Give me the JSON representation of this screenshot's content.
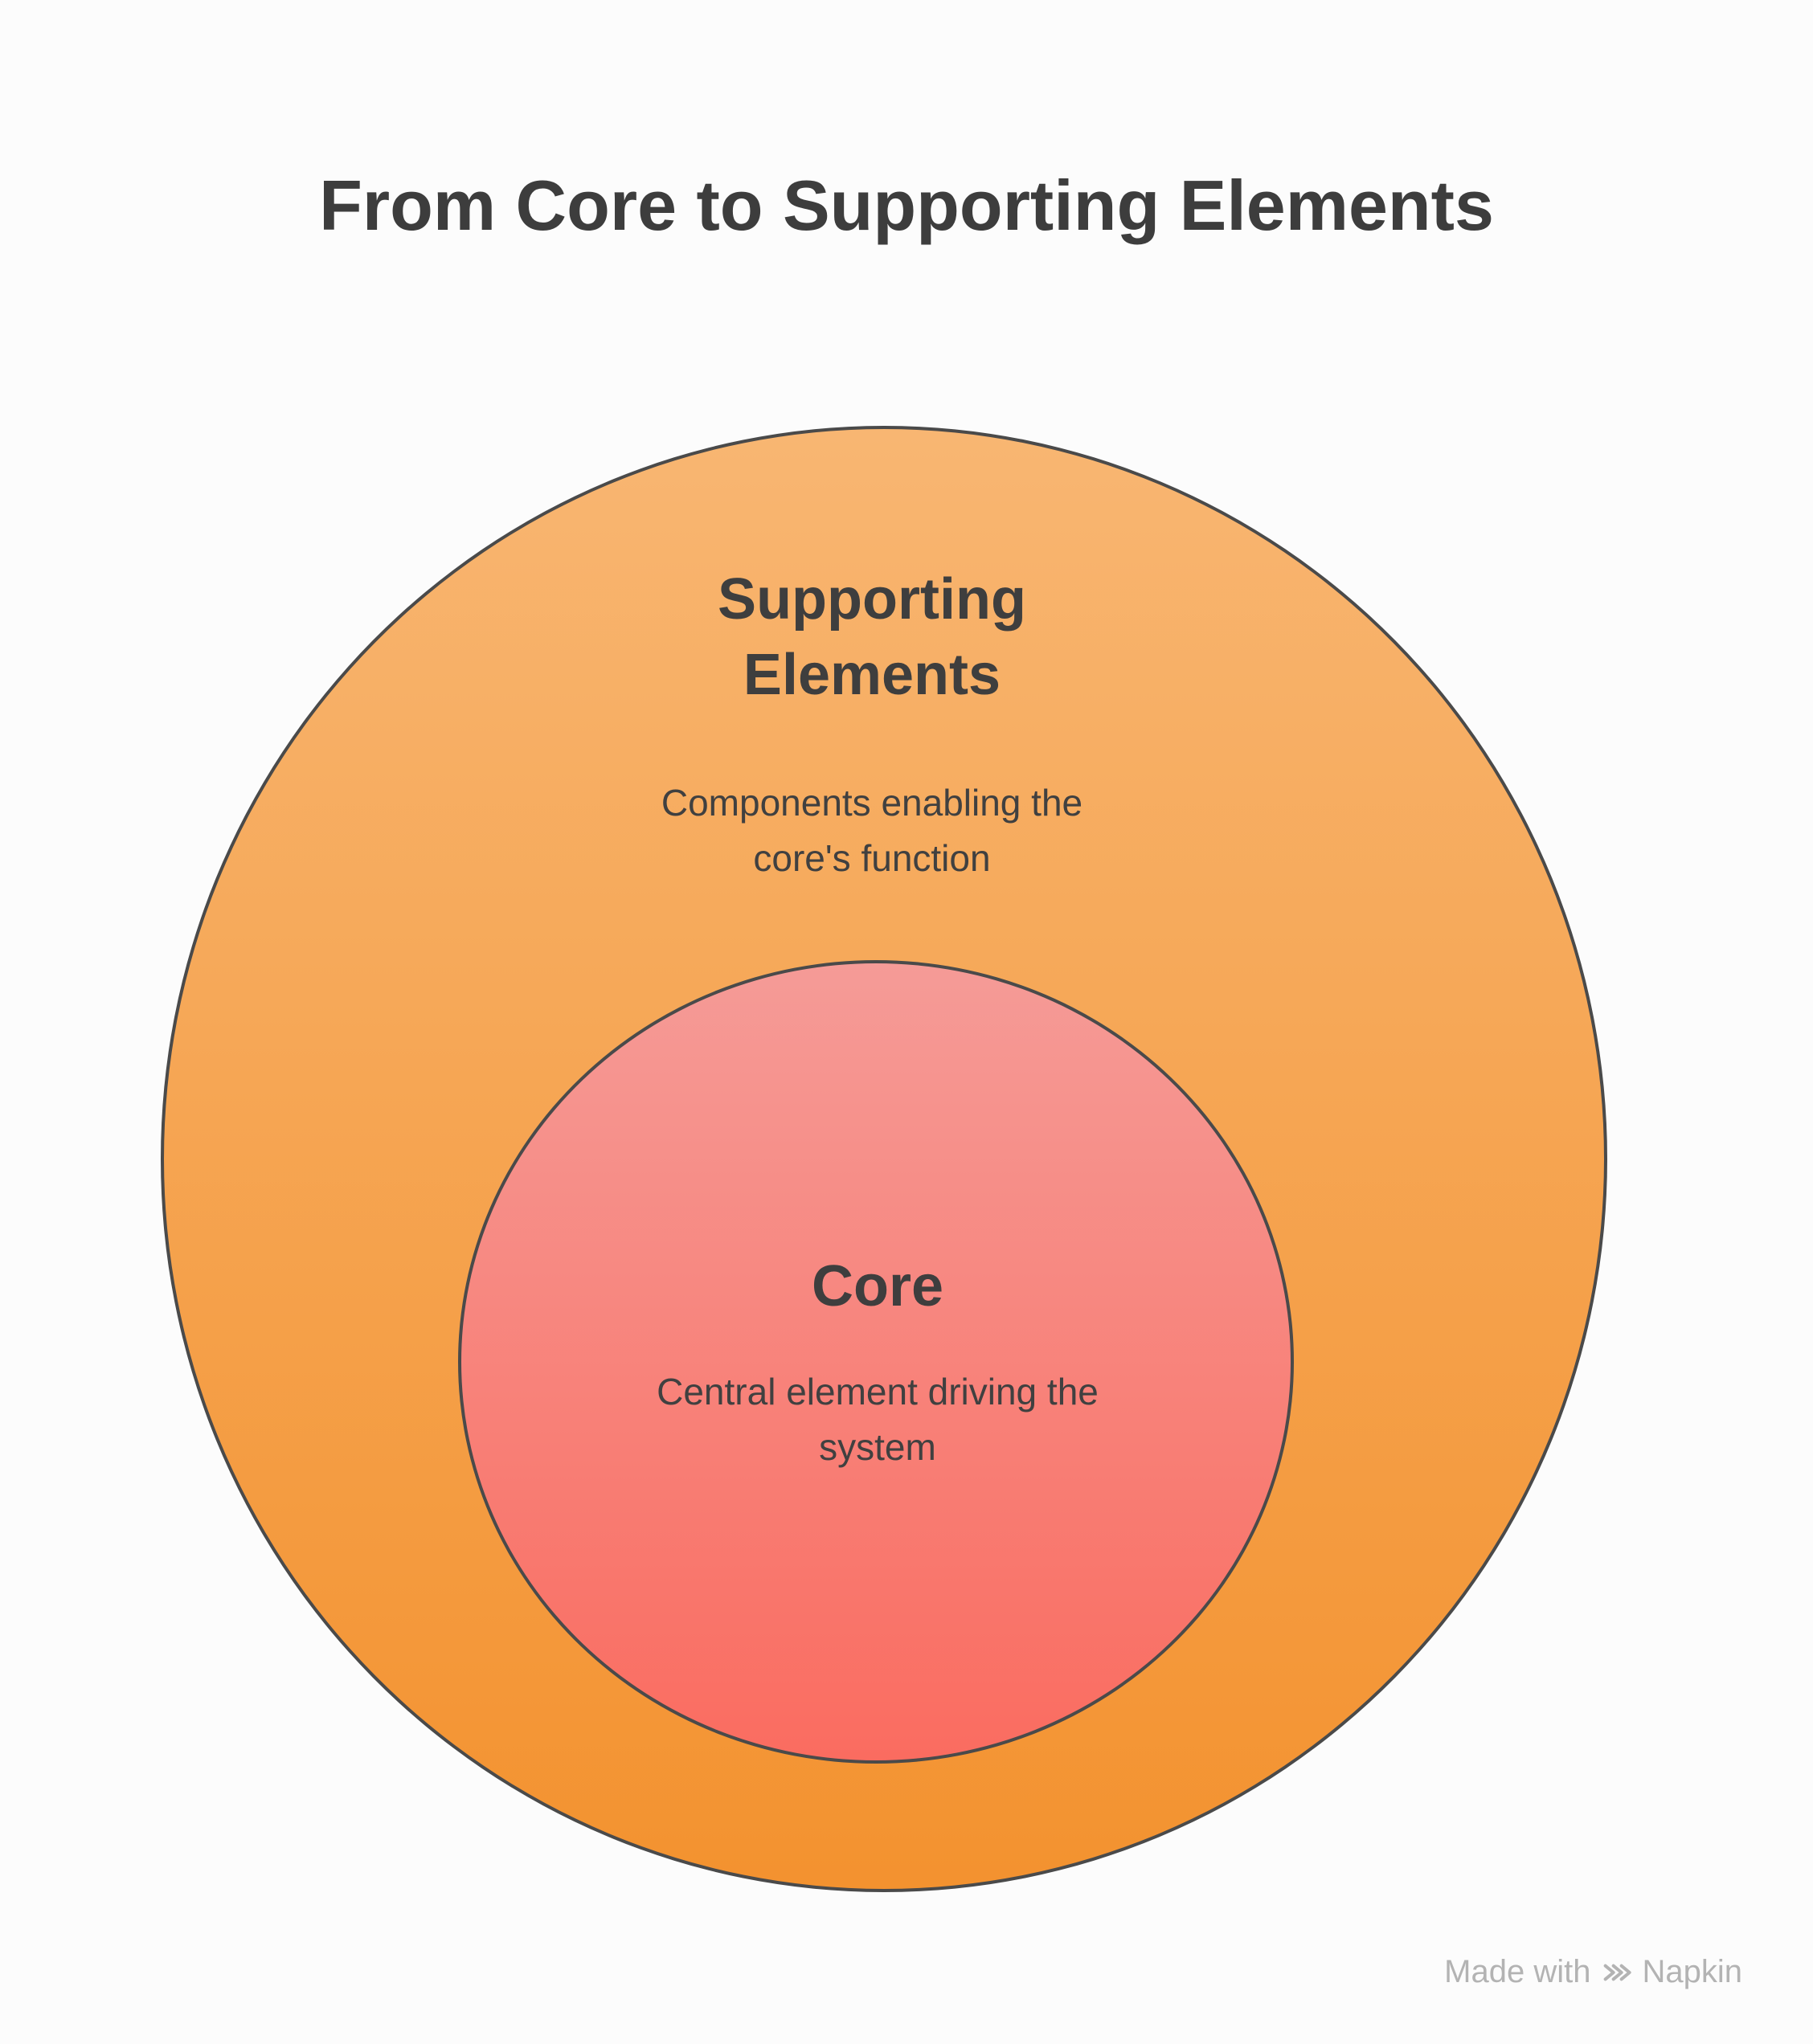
{
  "title": "From Core to Supporting Elements",
  "diagram": {
    "stroke_color": "#4A4A4A",
    "outer": {
      "label": "Supporting Elements",
      "description": "Components enabling the core's function",
      "gradient_top": "#F8B672",
      "gradient_bottom": "#F3922F"
    },
    "inner": {
      "label": "Core",
      "description": "Central element driving the system",
      "gradient_top": "#F59B97",
      "gradient_bottom": "#FA6C60"
    }
  },
  "watermark": {
    "prefix": "Made with",
    "brand": "Napkin",
    "color": "#B3B3B3"
  }
}
